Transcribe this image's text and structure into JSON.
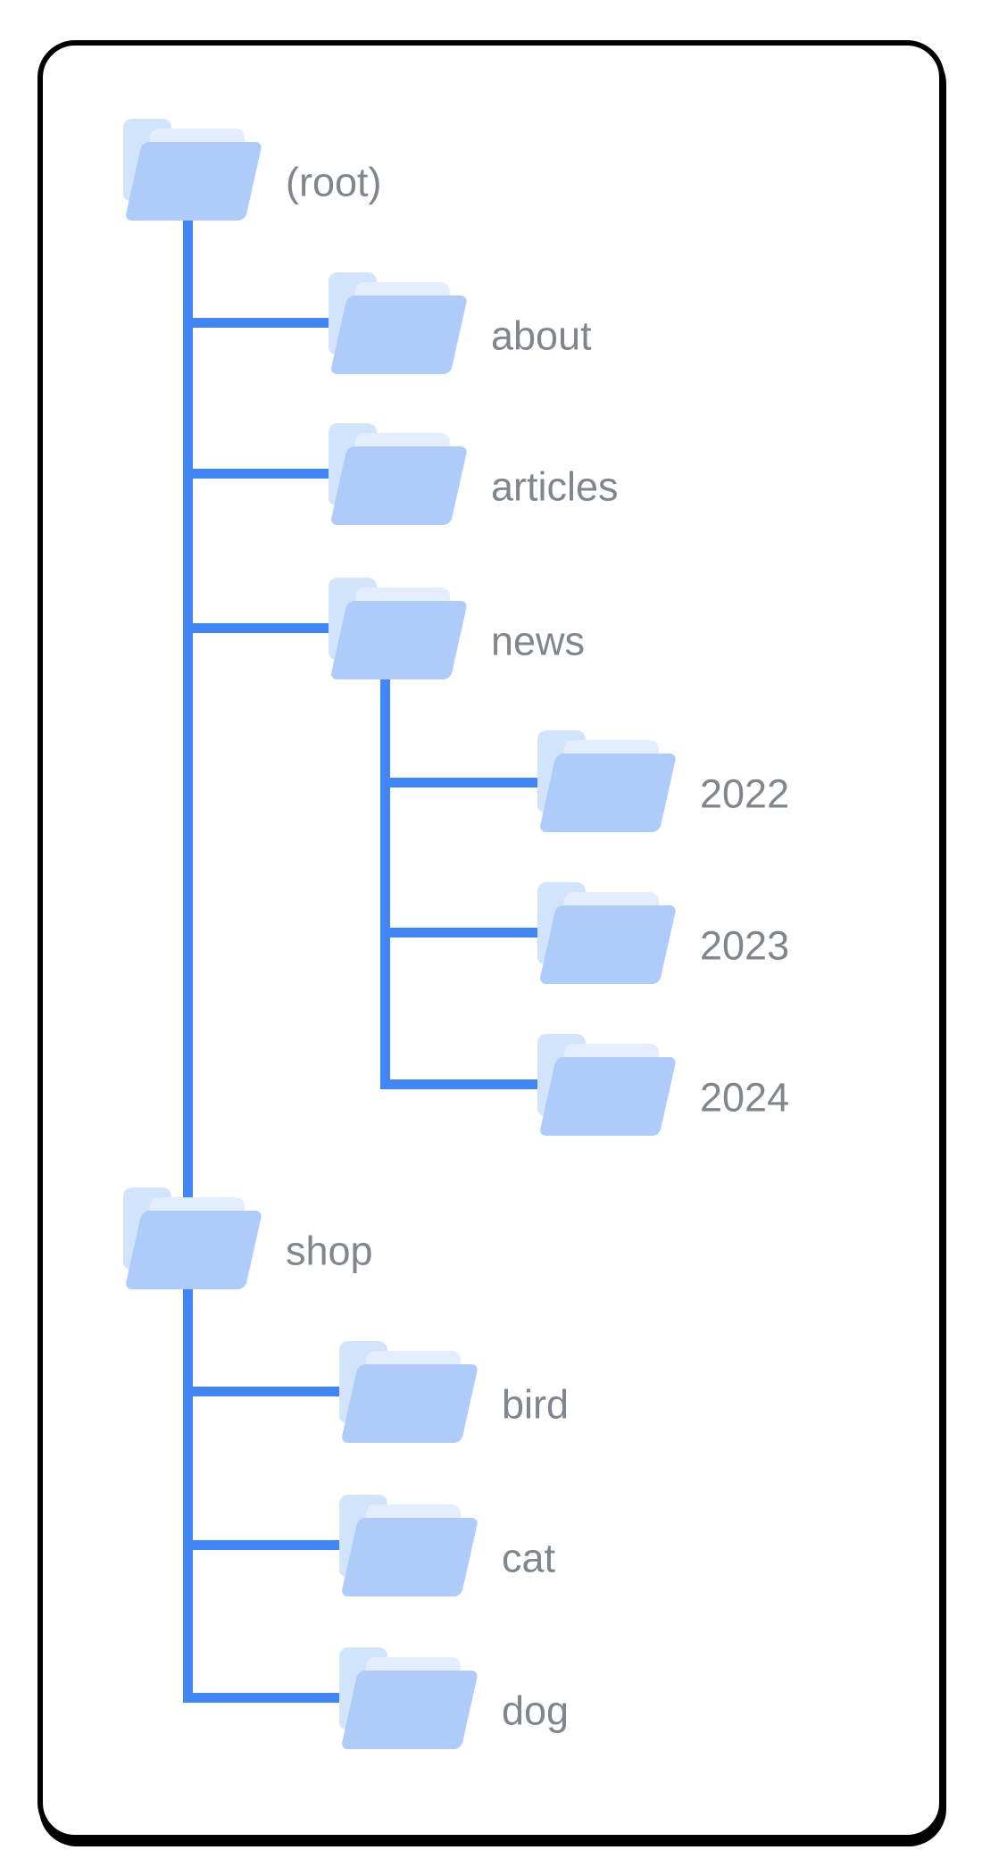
{
  "tree": {
    "nodes": [
      {
        "id": "root",
        "label": "(root)",
        "depth": 0
      },
      {
        "id": "about",
        "label": "about",
        "depth": 1
      },
      {
        "id": "articles",
        "label": "articles",
        "depth": 1
      },
      {
        "id": "news",
        "label": "news",
        "depth": 1
      },
      {
        "id": "y2022",
        "label": "2022",
        "depth": 2
      },
      {
        "id": "y2023",
        "label": "2023",
        "depth": 2
      },
      {
        "id": "y2024",
        "label": "2024",
        "depth": 2
      },
      {
        "id": "shop",
        "label": "shop",
        "depth": 1
      },
      {
        "id": "bird",
        "label": "bird",
        "depth": 2
      },
      {
        "id": "cat",
        "label": "cat",
        "depth": 2
      },
      {
        "id": "dog",
        "label": "dog",
        "depth": 2
      }
    ],
    "edges": [
      {
        "from": "(root)",
        "to": "about"
      },
      {
        "from": "(root)",
        "to": "articles"
      },
      {
        "from": "(root)",
        "to": "news"
      },
      {
        "from": "news",
        "to": "2022"
      },
      {
        "from": "news",
        "to": "2023"
      },
      {
        "from": "news",
        "to": "2024"
      },
      {
        "from": "(root)",
        "to": "shop"
      },
      {
        "from": "shop",
        "to": "bird"
      },
      {
        "from": "shop",
        "to": "cat"
      },
      {
        "from": "shop",
        "to": "dog"
      }
    ]
  },
  "colors": {
    "folder_front": "#aecbfa",
    "folder_back": "#d2e3fc",
    "folder_sheet": "#e4edfe",
    "connector": "#4285f4",
    "label_text": "#80868b",
    "frame_border": "#000000",
    "background": "#ffffff"
  }
}
